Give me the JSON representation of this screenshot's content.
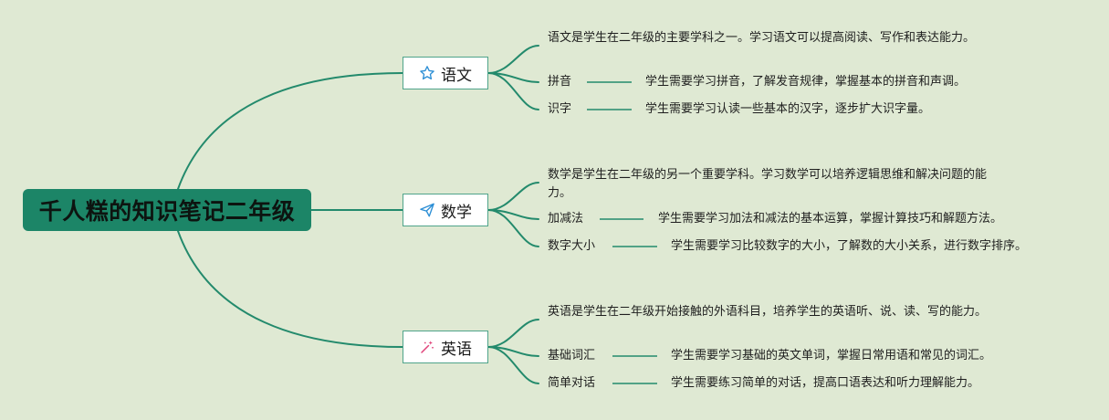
{
  "root": {
    "title": "千人糕的知识笔记二年级"
  },
  "colors": {
    "background": "#dfe9d3",
    "root_fill": "#1c8567",
    "connector": "#238a6c",
    "branch_border": "#4fa48a"
  },
  "branches": [
    {
      "label": "语文",
      "icon": "star-outline-icon",
      "intro": "语文是学生在二年级的主要学科之一。学习语文可以提高阅读、写作和表达能力。",
      "items": [
        {
          "term": "拼音",
          "desc": "学生需要学习拼音，了解发音规律，掌握基本的拼音和声调。"
        },
        {
          "term": "识字",
          "desc": "学生需要学习认读一些基本的汉字，逐步扩大识字量。"
        }
      ]
    },
    {
      "label": "数学",
      "icon": "paper-plane-icon",
      "intro": "数学是学生在二年级的另一个重要学科。学习数学可以培养逻辑思维和解决问题的能力。",
      "items": [
        {
          "term": "加减法",
          "desc": "学生需要学习加法和减法的基本运算，掌握计算技巧和解题方法。"
        },
        {
          "term": "数字大小",
          "desc": "学生需要学习比较数字的大小，了解数的大小关系，进行数字排序。"
        }
      ]
    },
    {
      "label": "英语",
      "icon": "magic-wand-icon",
      "intro": "英语是学生在二年级开始接触的外语科目，培养学生的英语听、说、读、写的能力。",
      "items": [
        {
          "term": "基础词汇",
          "desc": "学生需要学习基础的英文单词，掌握日常用语和常见的词汇。"
        },
        {
          "term": "简单对话",
          "desc": "学生需要练习简单的对话，提高口语表达和听力理解能力。"
        }
      ]
    }
  ]
}
